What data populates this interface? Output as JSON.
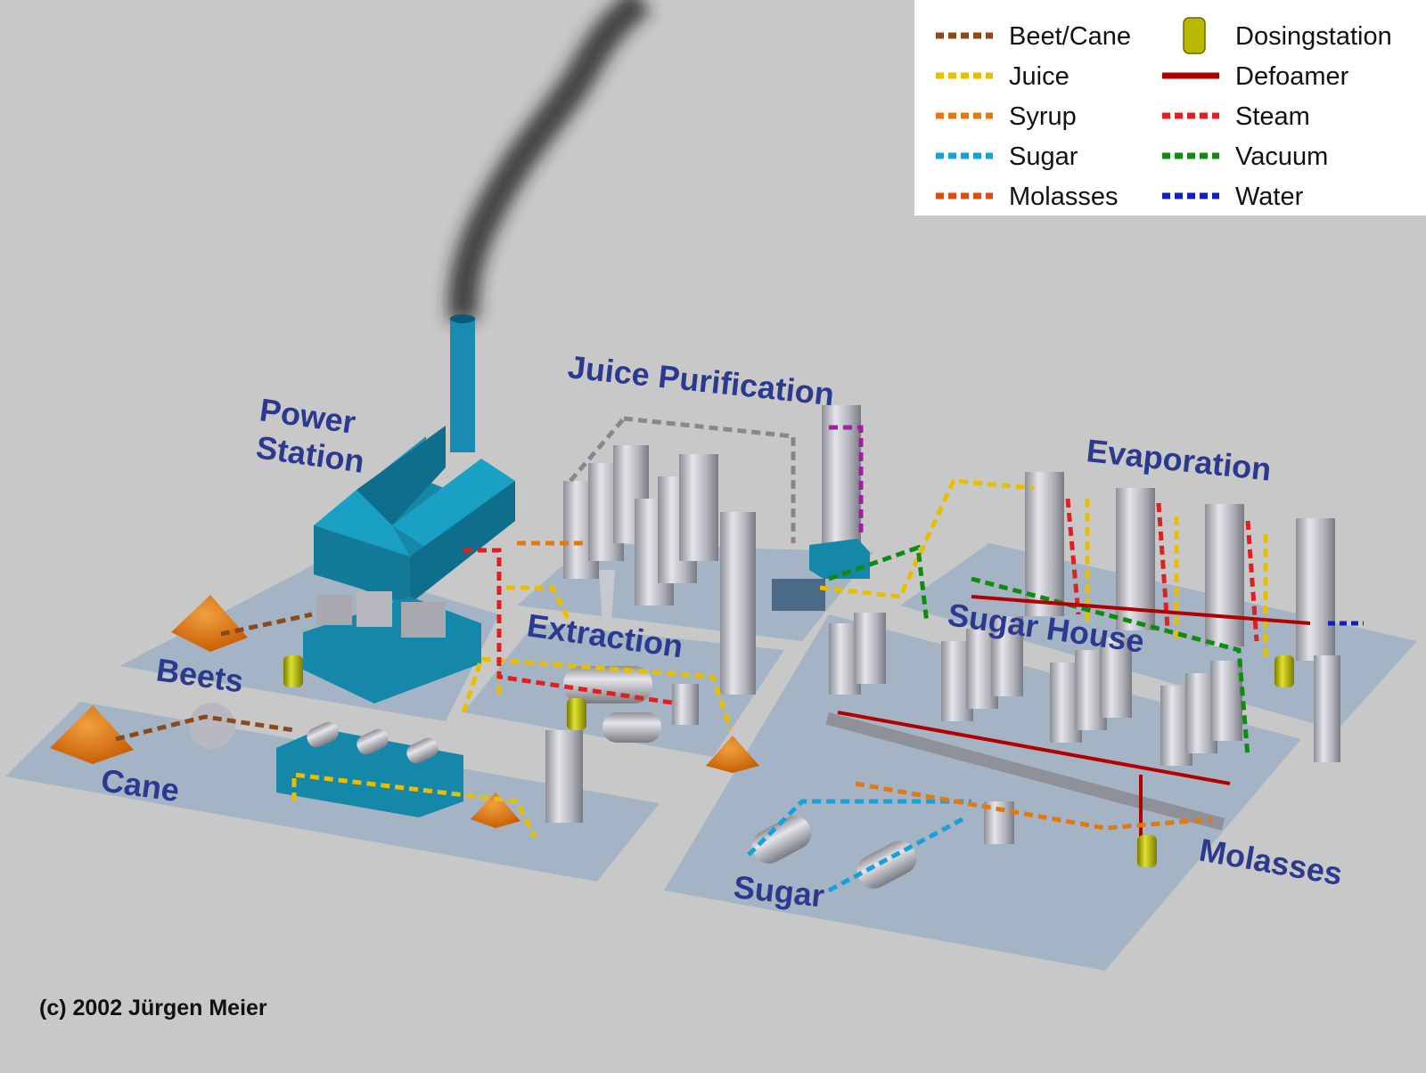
{
  "legend": {
    "items": [
      {
        "label": "Beet/Cane",
        "color": "#8a4a1c",
        "style": "dashed"
      },
      {
        "label": "Juice",
        "color": "#e6c000",
        "style": "dashed"
      },
      {
        "label": "Syrup",
        "color": "#e07a10",
        "style": "dashed"
      },
      {
        "label": "Sugar",
        "color": "#1aa0d8",
        "style": "dashed"
      },
      {
        "label": "Molasses",
        "color": "#e04a10",
        "style": "dashed"
      },
      {
        "label": "Dosingstation",
        "color": "#b8b800",
        "style": "drum"
      },
      {
        "label": "Defoamer",
        "color": "#b00000",
        "style": "solid"
      },
      {
        "label": "Steam",
        "color": "#e02020",
        "style": "dashed"
      },
      {
        "label": "Vacuum",
        "color": "#108a10",
        "style": "dashed"
      },
      {
        "label": "Water",
        "color": "#1020c0",
        "style": "dashed"
      }
    ]
  },
  "regions": {
    "power_line1": "Power",
    "power_line2": "Station",
    "juice_purification": "Juice Purification",
    "evaporation": "Evaporation",
    "extraction": "Extraction",
    "sugar_house": "Sugar House",
    "beets": "Beets",
    "cane": "Cane",
    "sugar": "Sugar",
    "molasses": "Molasses"
  },
  "copyright": "(c) 2002 Jürgen Meier"
}
